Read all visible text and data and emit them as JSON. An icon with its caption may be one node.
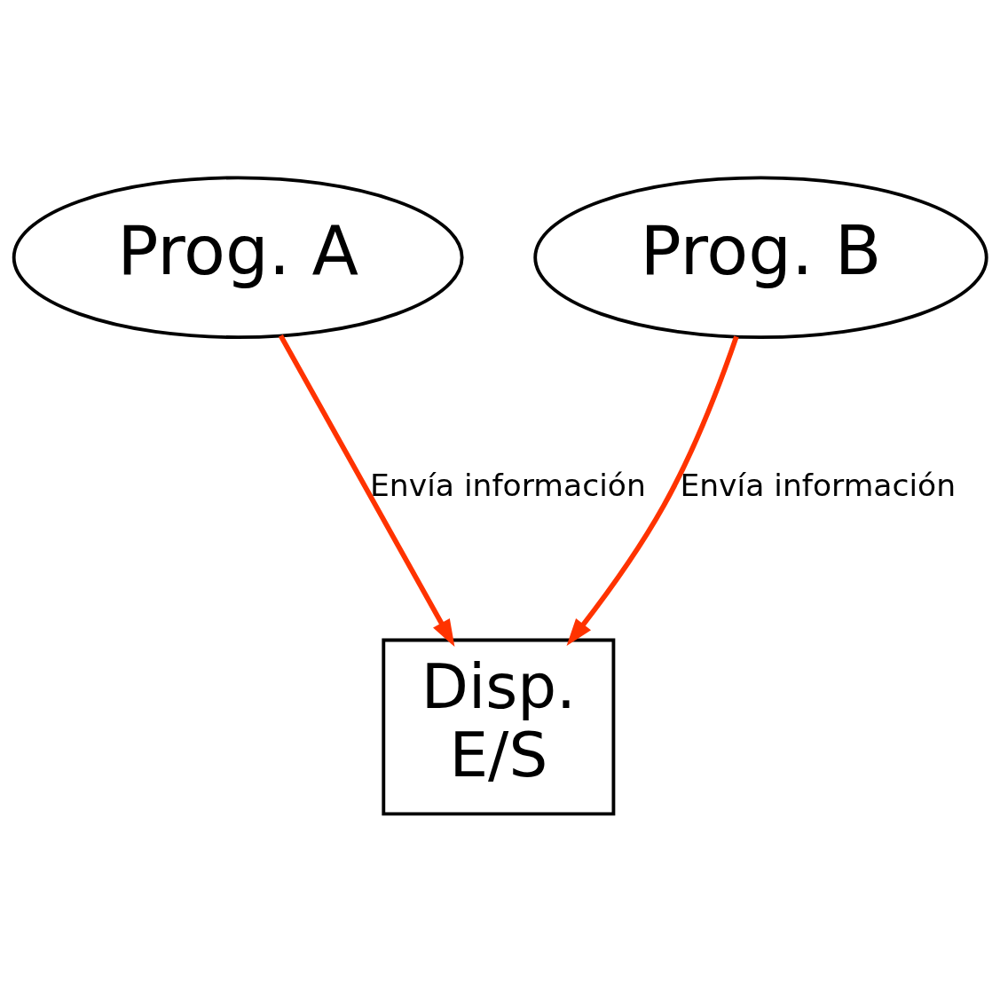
{
  "diagram": {
    "nodes": [
      {
        "text": [
          "Prog. A"
        ]
      },
      {
        "text": [
          "Prog. B"
        ]
      },
      {
        "text": [
          "Disp. E/S"
        ]
      }
    ],
    "edges": [
      {
        "from": 0,
        "to": 2,
        "arrow": "to",
        "label": "Envía información",
        "color": "#ff3300"
      },
      {
        "from": 1,
        "to": 2,
        "arrow": "to",
        "label": "Envía información",
        "color": "#ff3300"
      }
    ]
  }
}
